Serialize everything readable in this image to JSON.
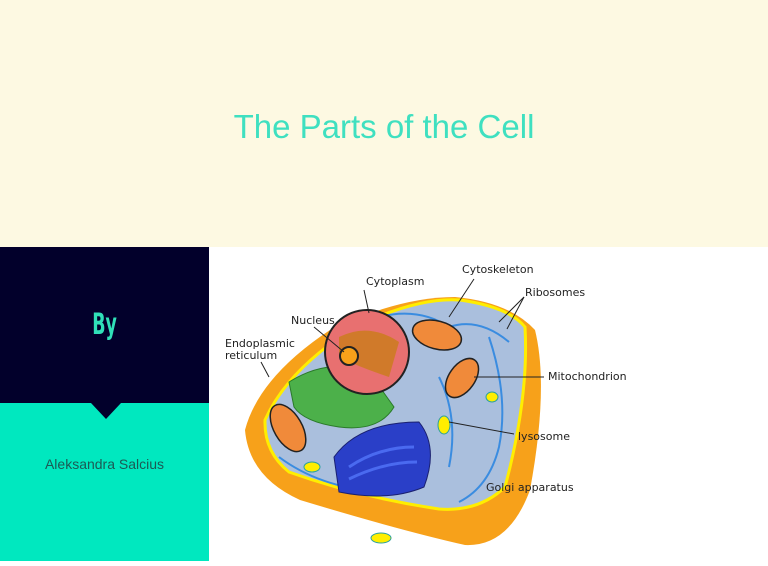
{
  "slide": {
    "title": "The Parts of the Cell",
    "by_label": "By",
    "author": "Aleksandra Salcius"
  },
  "diagram": {
    "labels": {
      "cytoplasm": "Cytoplasm",
      "cytoskeleton": "Cytoskeleton",
      "ribosomes": "Ribosomes",
      "nucleus": "Nucleus",
      "er_line1": "Endoplasmic",
      "er_line2": "reticulum",
      "mitochondrion": "Mitochondrion",
      "lysosome": "lysosome",
      "golgi": "Golgi apparatus"
    }
  },
  "colors": {
    "title": "#3fe0c0",
    "navy": "#02002b",
    "teal": "#00e8bf",
    "cream": "#fdf9e2"
  }
}
